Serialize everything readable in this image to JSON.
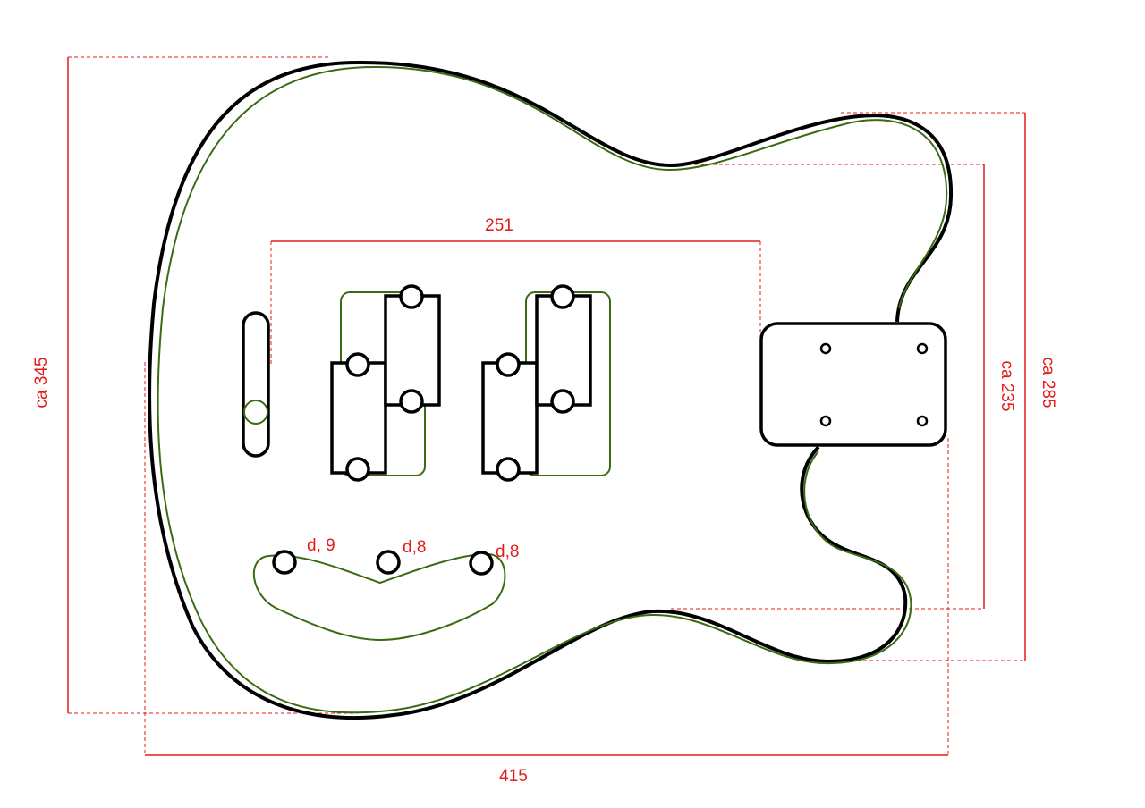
{
  "dimensions": {
    "height_total": "ca 345",
    "width_total": "415",
    "pickup_span": "251",
    "horn_height": "ca 235",
    "upper_height": "ca 285"
  },
  "knob_holes": {
    "hole_1": "d, 9",
    "hole_2": "d,8",
    "hole_3": "d,8"
  },
  "colors": {
    "outline": "#000000",
    "cavity_route": "#3a6b12",
    "dimension": "#e31b1b"
  }
}
